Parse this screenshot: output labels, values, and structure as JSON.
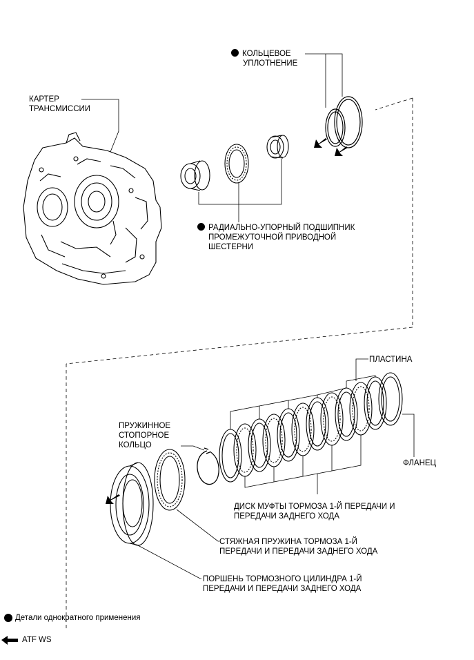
{
  "labels": {
    "o_ring_line1": "КОЛЬЦЕВОЕ",
    "o_ring_line2": "УПЛОТНЕНИЕ",
    "case_line1": "КАРТЕР",
    "case_line2": "ТРАНСМИССИИ",
    "bearing_line1": "РАДИАЛЬНО-УПОРНЫЙ ПОДШИПНИК",
    "bearing_line2": "ПРОМЕЖУТОЧНОЙ ПРИВОДНОЙ",
    "bearing_line3": "ШЕСТЕРНИ",
    "plate": "ПЛАСТИНА",
    "snap_line1": "ПРУЖИННОЕ",
    "snap_line2": "СТОПОРНОЕ",
    "snap_line3": "КОЛЬЦО",
    "flange": "ФЛАНЕЦ",
    "disc_line1": "ДИСК МУФТЫ ТОРМОЗА 1-Й ПЕРЕДАЧИ И",
    "disc_line2": "ПЕРЕДАЧИ ЗАДНЕГО ХОДА",
    "spring_line1": "СТЯЖНАЯ ПРУЖИНА ТОРМОЗА 1-Й",
    "spring_line2": "ПЕРЕДАЧИ И ПЕРЕДАЧИ ЗАДНЕГО ХОДА",
    "piston_line1": "ПОРШЕНЬ ТОРМОЗНОГО ЦИЛИНДРА 1-Й",
    "piston_line2": "ПЕРЕДАЧИ И ПЕРЕДАЧИ ЗАДНЕГО ХОДА"
  },
  "legend": {
    "non_reusable": "Детали однократного применения",
    "atf": "ATF WS"
  },
  "icons": {
    "non_reusable_marker": "filled-circle-icon",
    "lubricant_marker": "arrow-left-icon"
  },
  "colors": {
    "ink": "#000000",
    "background": "#ffffff"
  }
}
